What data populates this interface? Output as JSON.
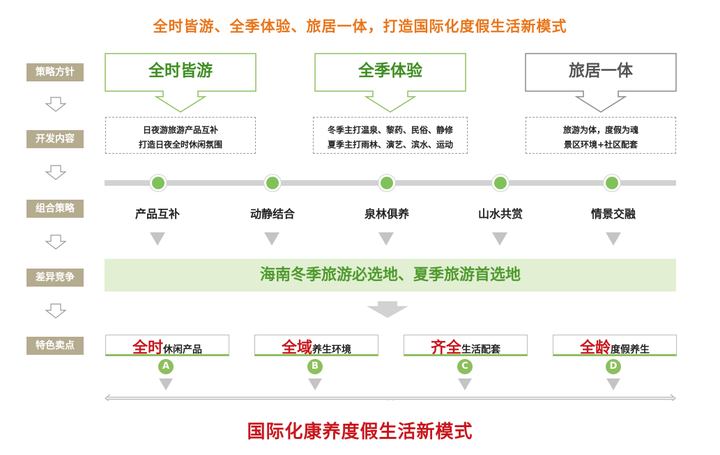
{
  "title": "全时皆游、全季体验、旅居一体，打造国际化度假生活新模式",
  "row_labels": [
    "策略方针",
    "开发内容",
    "组合策略",
    "差异竞争",
    "特色卖点"
  ],
  "pillars": [
    {
      "label": "全时皆游",
      "lines": [
        "日夜游旅游产品互补",
        "打造日夜全时休闲氛围"
      ],
      "color": "#3e8e22",
      "border": "#8fbf62"
    },
    {
      "label": "全季体验",
      "lines": [
        "冬季主打温泉、黎药、民俗、静修",
        "夏季主打雨林、演艺、滨水、运动"
      ],
      "color": "#3e8e22",
      "border": "#8fbf62"
    },
    {
      "label": "旅居一体",
      "lines": [
        "旅游为体，度假为魂",
        "景区环境+社区配套"
      ],
      "color": "#555555",
      "border": "#8a8a8a"
    }
  ],
  "strategies": [
    "产品互补",
    "动静结合",
    "泉林俱养",
    "山水共赏",
    "情景交融"
  ],
  "differentiation": "海南冬季旅游必选地、夏季旅游首选地",
  "features": [
    {
      "big": "全时",
      "small": "休闲产品",
      "badge": "A"
    },
    {
      "big": "全域",
      "small": "养生环境",
      "badge": "B"
    },
    {
      "big": "齐全",
      "small": "生活配套",
      "badge": "C"
    },
    {
      "big": "全龄",
      "small": "度假养生",
      "badge": "D"
    }
  ],
  "conclusion": "国际化康养度假生活新模式"
}
